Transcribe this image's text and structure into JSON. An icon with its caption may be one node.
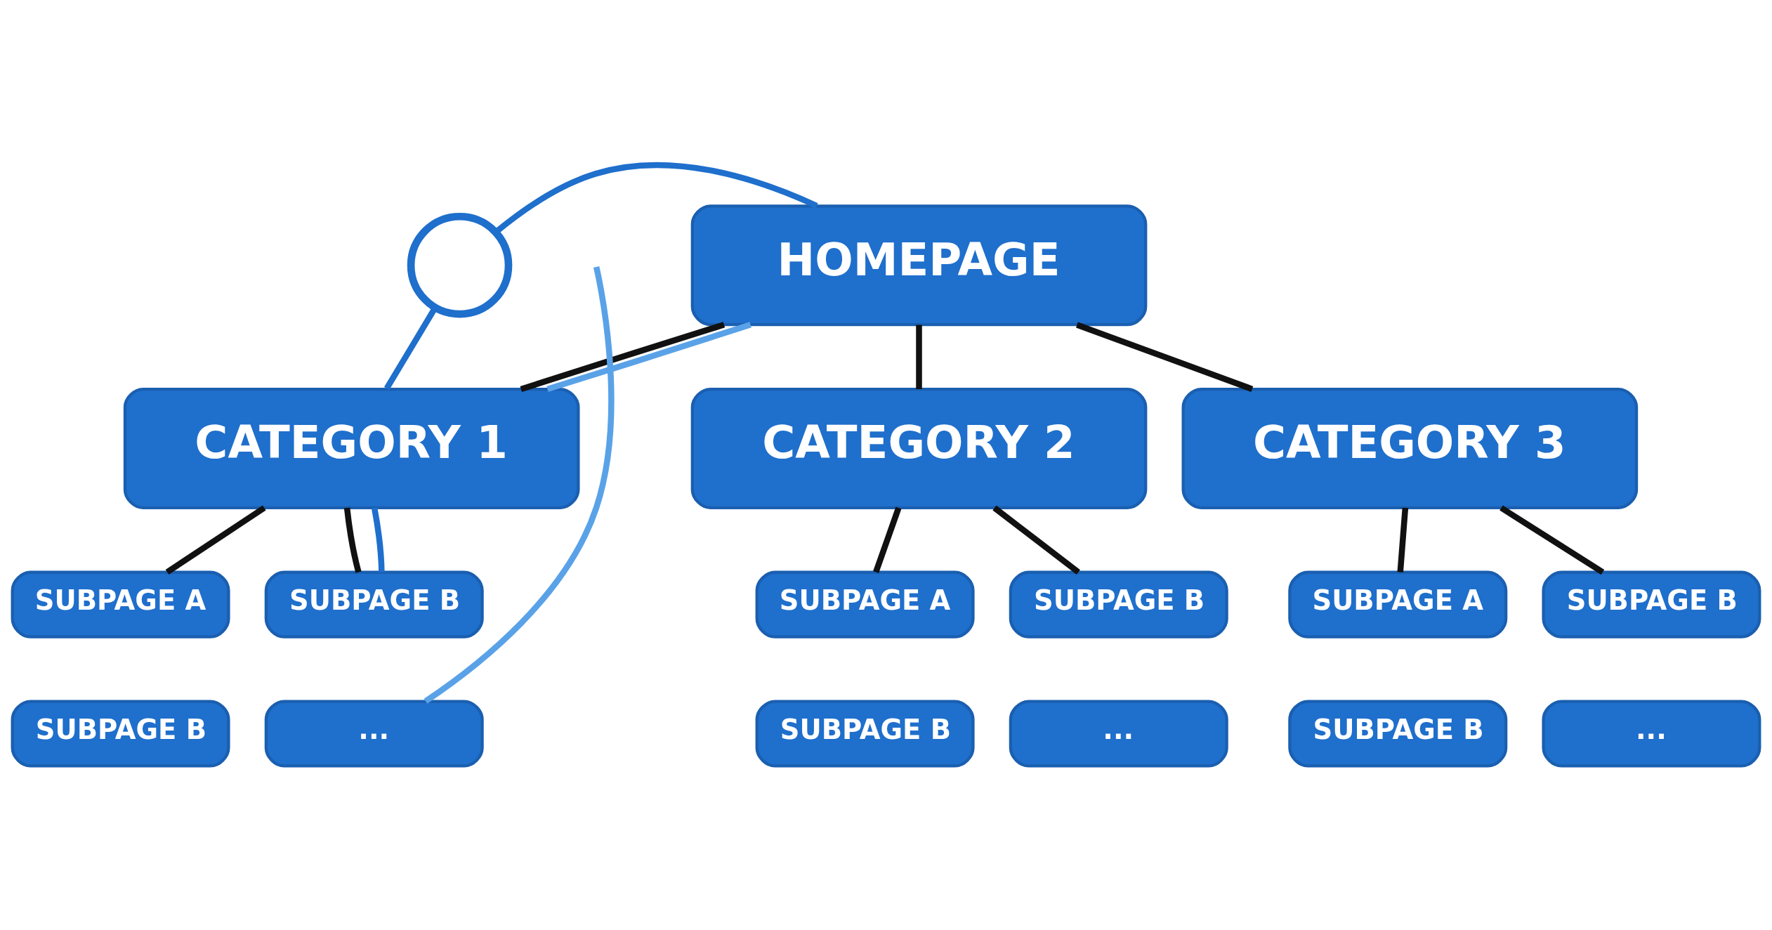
{
  "diagram": {
    "nodes": [
      {
        "text": [
          "HOMEPAGE"
        ]
      },
      {
        "text": [],
        "shape": "person"
      },
      {
        "text": [
          "CATEGORY 1"
        ]
      },
      {
        "text": [
          "CATEGORY 2"
        ]
      },
      {
        "text": [
          "CATEGORY 3"
        ]
      },
      {
        "text": [
          "SUBPAGE A"
        ]
      },
      {
        "text": [
          "SUBPAGE B"
        ]
      },
      {
        "text": [
          "SUBPAGE B"
        ]
      },
      {
        "text": [
          "..."
        ]
      },
      {
        "text": [
          "SUBPAGE A"
        ]
      },
      {
        "text": [
          "SUBPAGE B"
        ]
      },
      {
        "text": [
          "SUBPAGE B"
        ]
      },
      {
        "text": [
          "..."
        ]
      },
      {
        "text": [
          "SUBPAGE A"
        ]
      },
      {
        "text": [
          "SUBPAGE B"
        ]
      },
      {
        "text": [
          "SUBPAGE B"
        ]
      },
      {
        "text": [
          "..."
        ]
      }
    ],
    "edges": [
      {
        "from": 0,
        "to": 2,
        "arrow": "none"
      },
      {
        "from": 0,
        "to": 3,
        "arrow": "none"
      },
      {
        "from": 0,
        "to": 4,
        "arrow": "none"
      },
      {
        "from": 2,
        "to": 5,
        "arrow": "none"
      },
      {
        "from": 2,
        "to": 6,
        "arrow": "none"
      },
      {
        "from": 3,
        "to": 9,
        "arrow": "none"
      },
      {
        "from": 3,
        "to": 10,
        "arrow": "none"
      },
      {
        "from": 4,
        "to": 13,
        "arrow": "none"
      },
      {
        "from": 4,
        "to": 14,
        "arrow": "none"
      },
      {
        "from": 0,
        "to": 1,
        "arrow": "none",
        "color": "#1f6fcc"
      },
      {
        "from": 1,
        "to": 2,
        "arrow": "none",
        "color": "#1f6fcc"
      },
      {
        "from": 0,
        "to": 2,
        "arrow": "none",
        "color": "#5aa2e8"
      },
      {
        "from": 2,
        "to": 6,
        "arrow": "none",
        "color": "#1f6fcc"
      },
      {
        "from": null,
        "to": 8,
        "arrow": "none",
        "color": "#5aa2e8"
      }
    ]
  }
}
